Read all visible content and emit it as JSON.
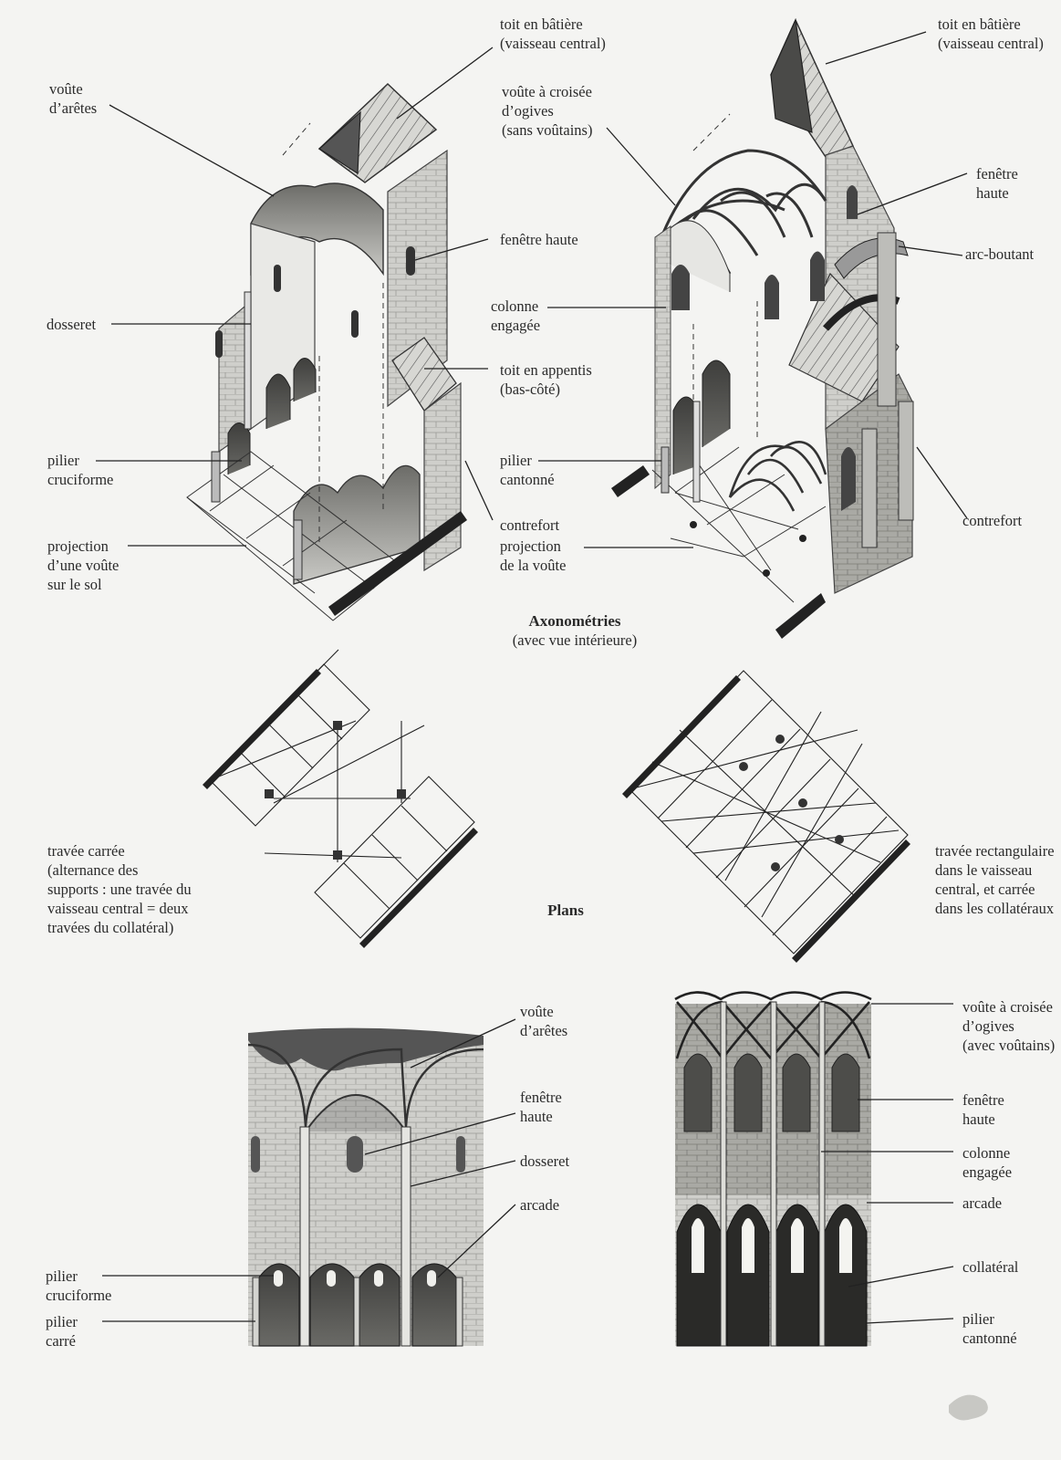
{
  "top_left_labels": {
    "roof_saddle": "toit en bâtière\n(vaisseau central)",
    "groin_vault": "voûte\nd’arêtes",
    "clerestory": "fenêtre haute",
    "dosseret": "dosseret",
    "lean_to_roof": "toit en appentis\n(bas-côté)",
    "cruciform_pier": "pilier\ncruciforme",
    "vault_projection": "projection\nd’une voûte\nsur le sol"
  },
  "top_right_labels": {
    "roof_saddle": "toit en bâtière\n(vaisseau central)",
    "rib_vault": "voûte à croisée\nd’ogives\n(sans voûtains)",
    "clerestory": "fenêtre\nhaute",
    "flying_buttress": "arc-boutant",
    "engaged_column": "colonne\nengagée",
    "cantoned_pier": "pilier\ncantonné",
    "buttress_left": "contrefort",
    "buttress_right": "contrefort",
    "vault_projection": "projection\nde la voûte"
  },
  "axo_caption": {
    "title": "Axonométries",
    "subtitle": "(avec vue intérieure)"
  },
  "plans": {
    "title": "Plans",
    "left_text": "travée carrée\n(alternance des\nsupports : une travée du\nvaisseau central = deux\ntravées du collatéral)",
    "right_text": "travée rectangulaire\ndans le vaisseau\ncentral, et carrée\ndans les collatéraux"
  },
  "bottom_left_labels": {
    "groin_vault": "voûte\nd’arêtes",
    "clerestory": "fenêtre\nhaute",
    "dosseret": "dosseret",
    "arcade": "arcade",
    "cruciform_pier": "pilier\ncruciforme",
    "square_pier": "pilier\ncarré"
  },
  "bottom_right_labels": {
    "rib_vault": "voûte à croisée\nd’ogives\n(avec voûtains)",
    "clerestory": "fenêtre\nhaute",
    "engaged_column": "colonne\nengagée",
    "arcade": "arcade",
    "aisle": "collatéral",
    "cantoned_pier": "pilier\ncantonné"
  }
}
